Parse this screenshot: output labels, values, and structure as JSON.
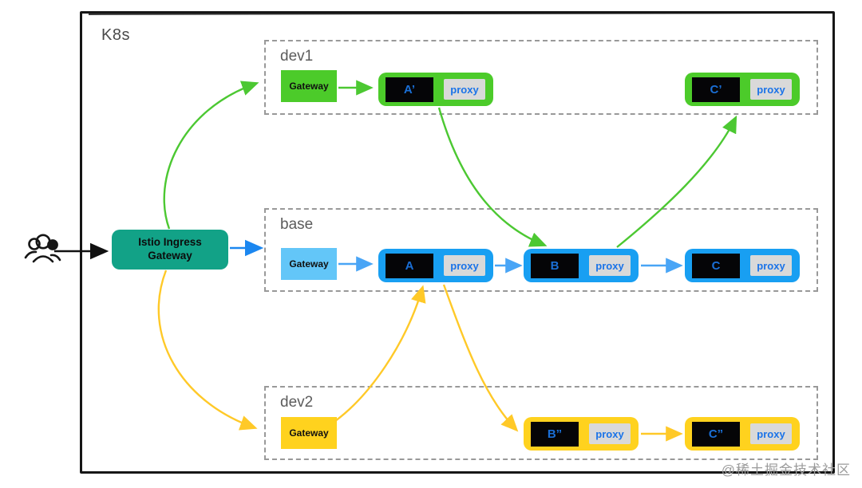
{
  "frame": {
    "label": "K8s"
  },
  "actor": {
    "icon": "users-icon"
  },
  "ingress_gateway": {
    "line1": "Istio Ingress",
    "line2": "Gateway",
    "fill": "#12a287"
  },
  "namespaces": {
    "dev1": {
      "label": "dev1",
      "theme": "#4ccb2a",
      "gateway_label": "Gateway",
      "services": [
        {
          "name": "A’",
          "proxy_label": "proxy"
        },
        {
          "name": "C’",
          "proxy_label": "proxy"
        }
      ]
    },
    "base": {
      "label": "base",
      "theme": "#189ff2",
      "gateway_fill": "#63c6f8",
      "gateway_label": "Gateway",
      "services": [
        {
          "name": "A",
          "proxy_label": "proxy"
        },
        {
          "name": "B",
          "proxy_label": "proxy"
        },
        {
          "name": "C",
          "proxy_label": "proxy"
        }
      ]
    },
    "dev2": {
      "label": "dev2",
      "theme": "#ffd21e",
      "gateway_label": "Gateway",
      "services": [
        {
          "name": "B”",
          "proxy_label": "proxy"
        },
        {
          "name": "C”",
          "proxy_label": "proxy"
        }
      ]
    }
  },
  "edges": [
    {
      "from": "users",
      "to": "istio-ingress-gateway",
      "color": "#111111"
    },
    {
      "from": "istio-ingress-gateway",
      "to": "dev1.gateway",
      "color": "#4cc832"
    },
    {
      "from": "istio-ingress-gateway",
      "to": "base.gateway",
      "color": "#1b87f0"
    },
    {
      "from": "istio-ingress-gateway",
      "to": "dev2.gateway",
      "color": "#ffc928"
    },
    {
      "from": "dev1.gateway",
      "to": "dev1.A’",
      "color": "#4cc832"
    },
    {
      "from": "dev1.A’",
      "to": "base.B",
      "color": "#4cc832"
    },
    {
      "from": "base.B",
      "to": "dev1.C’",
      "color": "#4cc832"
    },
    {
      "from": "base.gateway",
      "to": "base.A",
      "color": "#49a5f6"
    },
    {
      "from": "base.A",
      "to": "base.B",
      "color": "#49a5f6"
    },
    {
      "from": "base.B",
      "to": "base.C",
      "color": "#49a5f6"
    },
    {
      "from": "dev2.gateway",
      "to": "base.A",
      "color": "#ffc928"
    },
    {
      "from": "base.A",
      "to": "dev2.B”",
      "color": "#ffc928"
    },
    {
      "from": "dev2.B”",
      "to": "dev2.C”",
      "color": "#ffc928"
    }
  ],
  "watermark": "@稀土掘金技术社区",
  "colors": {
    "green": "#4ccb2a",
    "blue": "#189ff2",
    "light_blue_gateway": "#63c6f8",
    "yellow": "#ffd21e",
    "teal": "#12a287",
    "proxy_bg": "#d9d9d9",
    "proxy_text": "#1a73e8",
    "service_text": "#1a6fd6",
    "dashed_border": "#999999",
    "frame_border": "#161616",
    "watermark_gray": "#9b9b9b"
  }
}
